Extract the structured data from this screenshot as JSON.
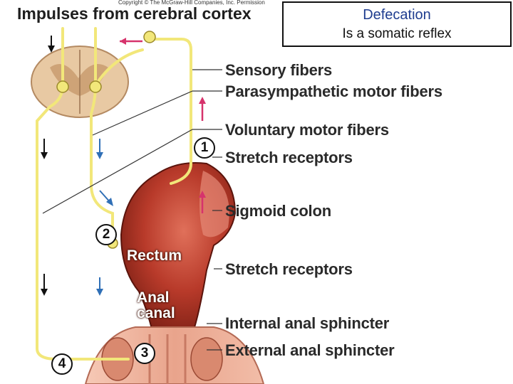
{
  "header": {
    "title": "Impulses from cerebral cortex",
    "copyright": "Copyright © The McGraw-Hill Companies, Inc. Permission"
  },
  "caption": {
    "line1": "Defecation",
    "line2": "Is a somatic reflex"
  },
  "labels": {
    "sensory_fibers": "Sensory fibers",
    "parasympathetic_motor_fibers": "Parasympathetic motor fibers",
    "voluntary_motor_fibers": "Voluntary motor fibers",
    "stretch_receptors_top": "Stretch receptors",
    "sigmoid_colon": "Sigmoid colon",
    "stretch_receptors_bottom": "Stretch receptors",
    "internal_anal_sphincter": "Internal anal sphincter",
    "external_anal_sphincter": "External anal sphincter",
    "rectum": "Rectum",
    "anal_canal_line1": "Anal",
    "anal_canal_line2": "canal"
  },
  "steps": [
    "1",
    "2",
    "3",
    "4"
  ],
  "colors": {
    "nerve_fiber": "#f2e77a",
    "colon_tissue": "#c0392b",
    "spinal_cord": "#e8c9a3",
    "arrow_magenta": "#d6336c",
    "arrow_blue": "#2f6fb6",
    "caption_heading": "#1f3d8f"
  }
}
